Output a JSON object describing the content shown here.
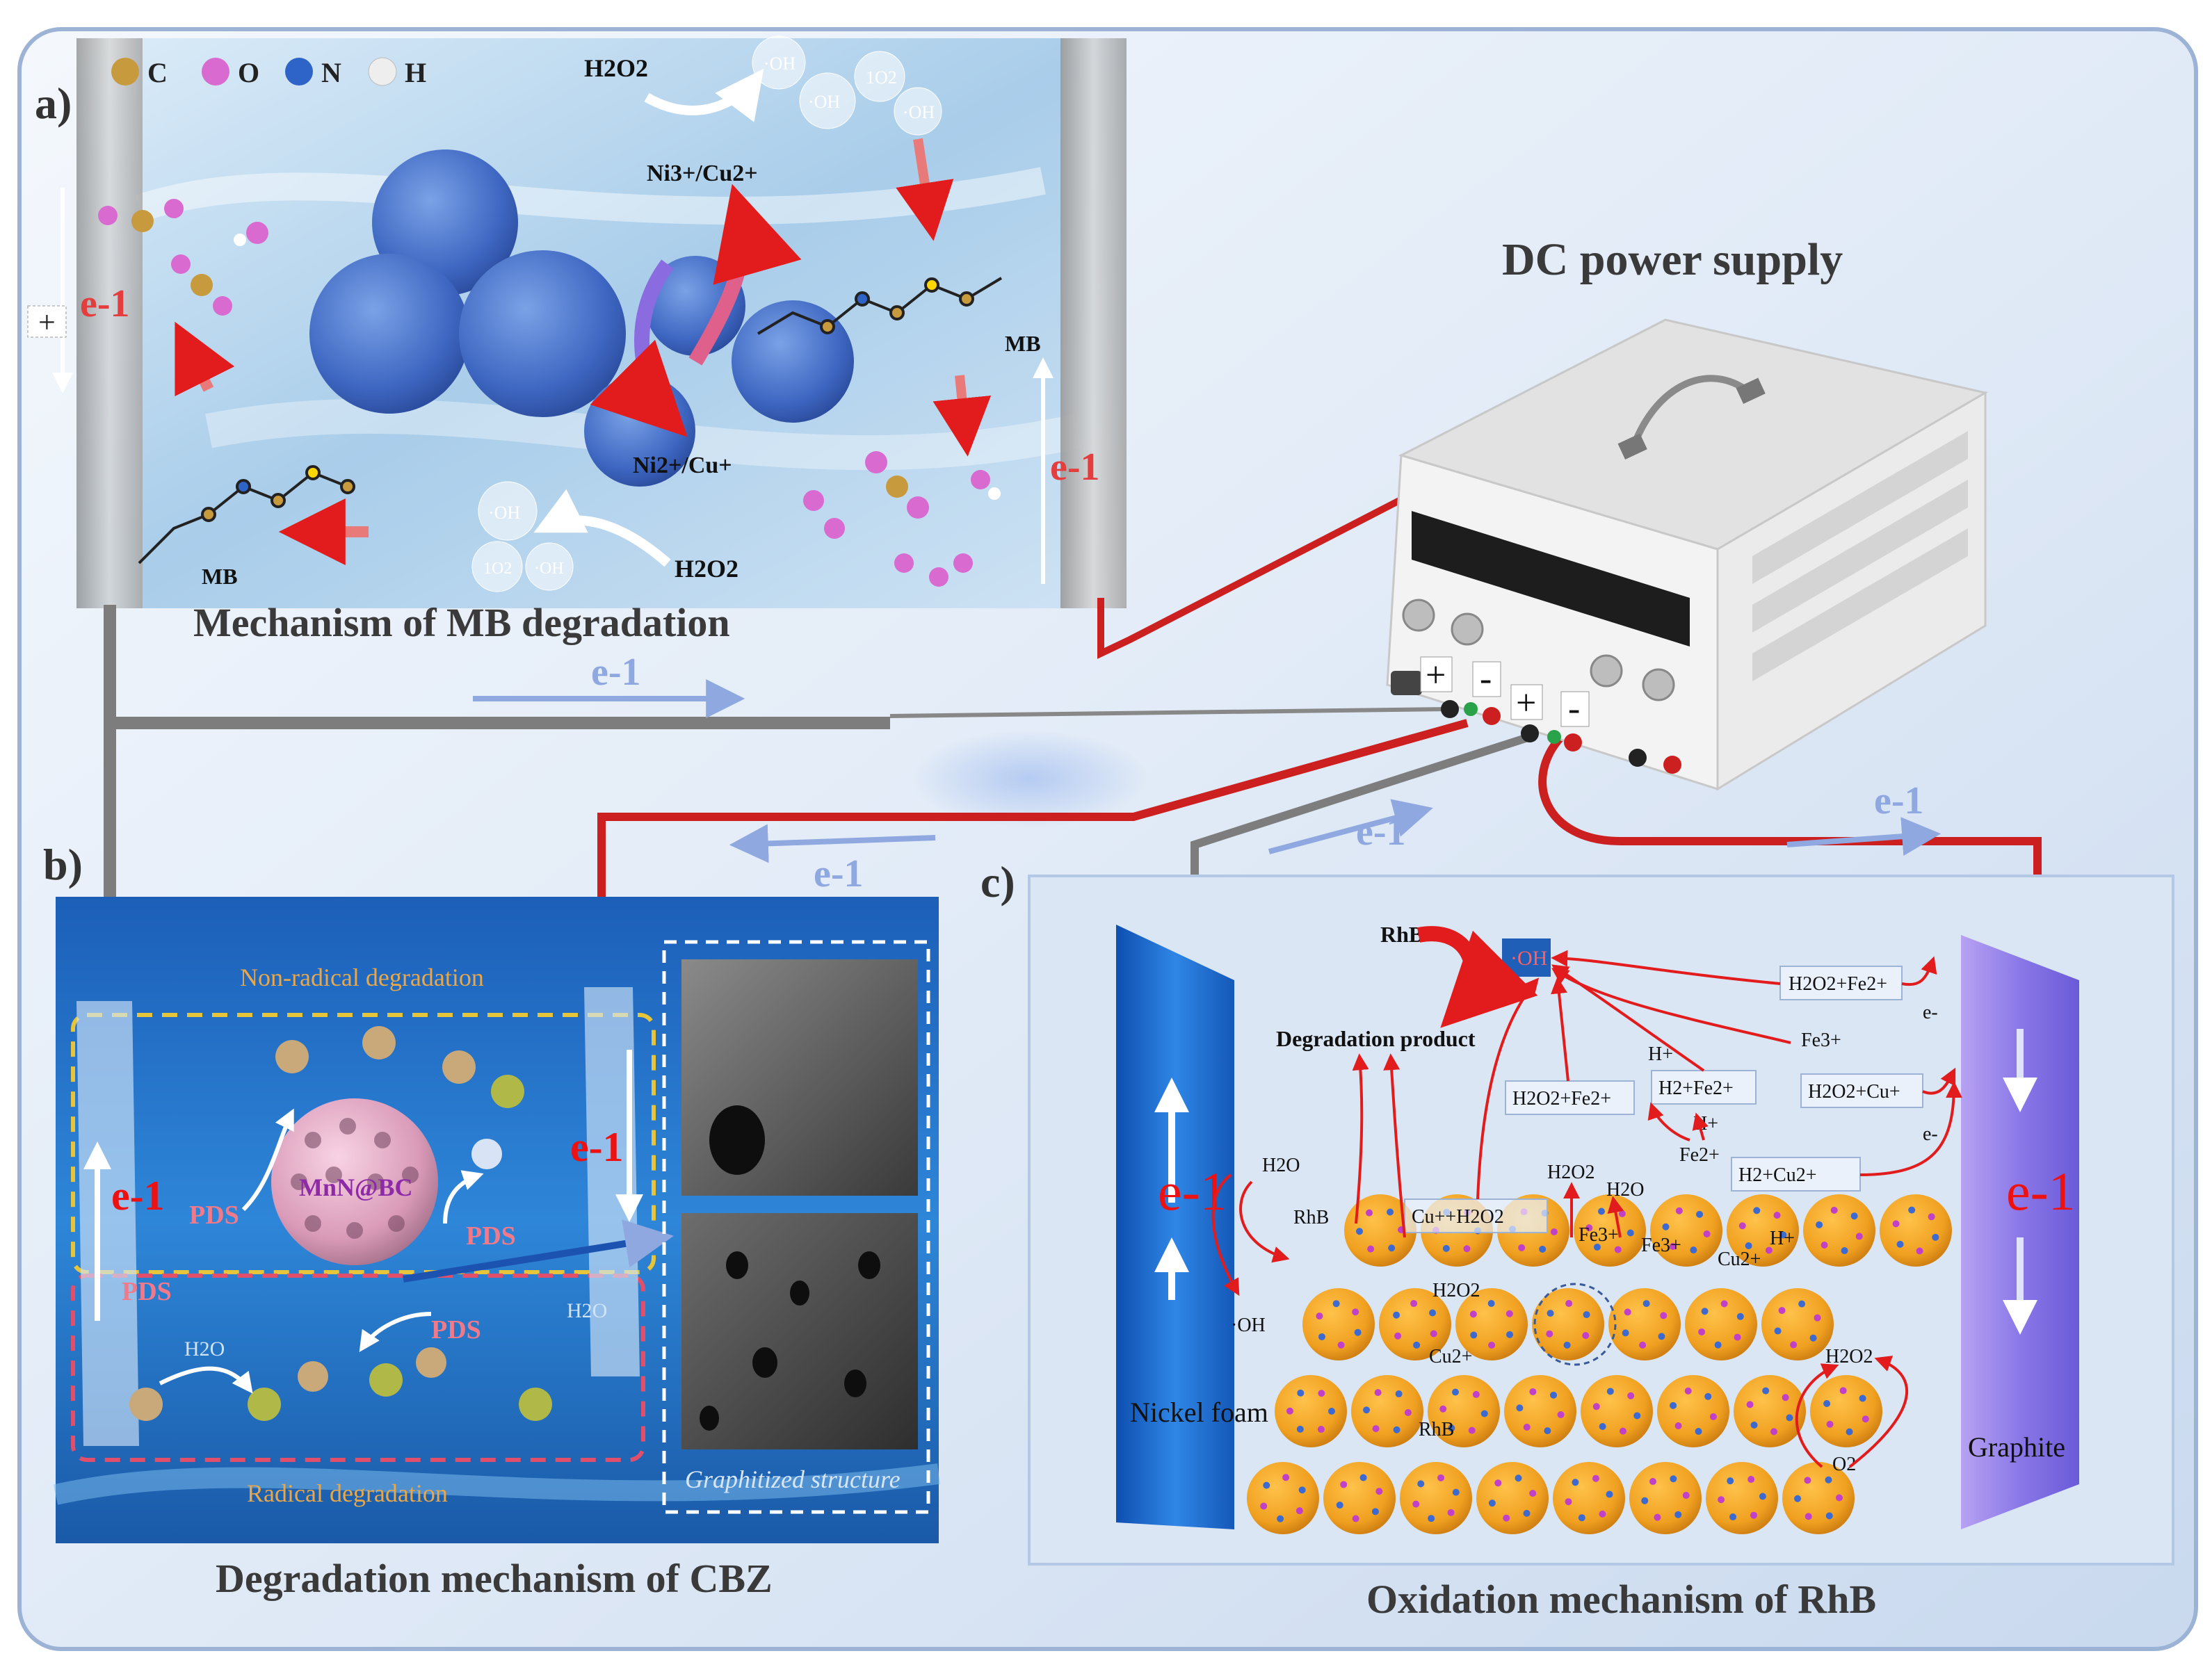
{
  "panel_a": {
    "letter": "a)",
    "caption": "Mechanism of MB degradation",
    "legend": [
      {
        "symbol": "C",
        "color": "#c79a3e"
      },
      {
        "symbol": "O",
        "color": "#d86ad0"
      },
      {
        "symbol": "N",
        "color": "#2e63c8"
      },
      {
        "symbol": "H",
        "color": "#e8e8e8"
      }
    ],
    "h2o2_top": "H2O2",
    "h2o2_bottom": "H2O2",
    "ni3_cu2": "Ni3+/Cu2+",
    "ni2_cu1": "Ni2+/Cu+",
    "mb_right": "MB",
    "mb_left": "MB",
    "e_left": "e-1",
    "e_right": "e-1",
    "plus_sign": "+",
    "bubbles_top": [
      "·OH",
      "·OH",
      "1O2",
      "·OH"
    ],
    "bubbles_bottom": [
      "·OH",
      "1O2",
      "·OH"
    ]
  },
  "power": {
    "title": "DC power supply",
    "terminals": [
      "+",
      "-",
      "+",
      "-"
    ],
    "e_top_wire": "e-1",
    "e_mid_left": "e-1",
    "e_mid_center": "e-1",
    "e_right_wire": "e-1"
  },
  "panel_b": {
    "letter": "b)",
    "caption": "Degradation mechanism of CBZ",
    "non_radical": "Non-radical degradation",
    "radical": "Radical degradation",
    "catalyst": "MnN@BC",
    "pds": [
      "PDS",
      "PDS",
      "PDS",
      "PDS"
    ],
    "h2o": [
      "H2O",
      "H2O"
    ],
    "e_left": "e-1",
    "e_right": "e-1",
    "sem_label": "Graphitized structure"
  },
  "panel_c": {
    "letter": "c)",
    "caption": "Oxidation mechanism of RhB",
    "anode": "Nickel foam",
    "cathode": "Graphite",
    "e_left": "e-1",
    "e_right": "e-1",
    "oh_box": "·OH",
    "rhb_top": "RhB",
    "degradation_product": "Degradation product",
    "boxes": {
      "b1": "H2O2+Fe2+",
      "b2": "H2+Fe2+",
      "b3": "H2O2+Fe2+",
      "b4": "H2O2+Cu+",
      "b5": "H2+Cu2+",
      "b6": "Cu++H2O2"
    },
    "labels": {
      "h_plus": "H+",
      "h_plus2": "H+",
      "fe2": "Fe2+",
      "fe3": "Fe3+",
      "e_minus1": "e-",
      "e_minus2": "e-",
      "h2o2_a": "H2O2",
      "h2o_a": "H2O",
      "h2o": "H2O",
      "rhb_mid": "RhB",
      "oh_left": "·OH",
      "h2o2_b": "H2O2",
      "cu2": "Cu2+",
      "rhb_low": "RhB",
      "fe3_low": "Fe3+",
      "fe_low": "Fe3+",
      "cu_low": "Cu2+",
      "h_low": "H+",
      "h2o2_c": "H2O2",
      "o2": "O2"
    }
  }
}
